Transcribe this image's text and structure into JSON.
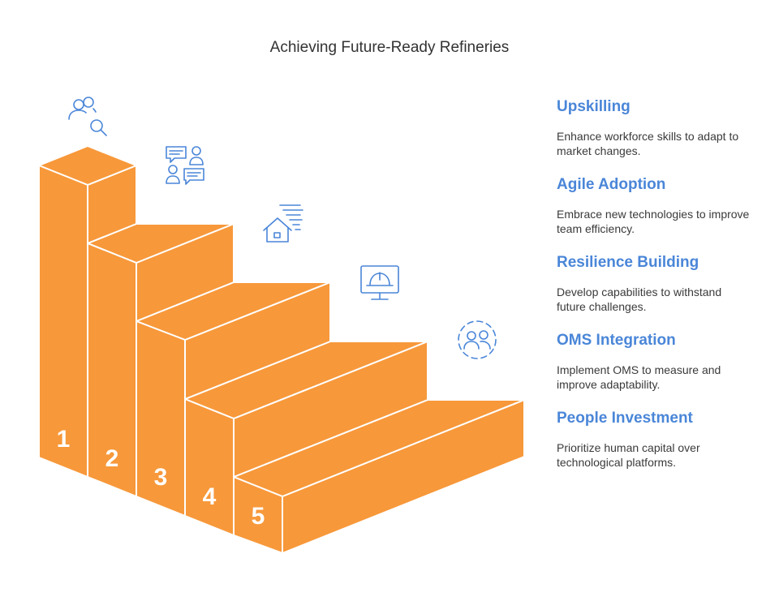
{
  "title": "Achieving Future-Ready Refineries",
  "colors": {
    "step_fill": "#f7983a",
    "step_edge": "#ffffff",
    "accent": "#4a86d8"
  },
  "steps": [
    {
      "number": "1",
      "title": "Upskilling",
      "description": "Enhance workforce skills to adapt to market changes.",
      "icon": "people-search-icon"
    },
    {
      "number": "2",
      "title": "Agile Adoption",
      "description": "Embrace new technologies to improve team efficiency.",
      "icon": "team-chat-icon"
    },
    {
      "number": "3",
      "title": "Resilience Building",
      "description": "Develop capabilities to withstand future challenges.",
      "icon": "house-wind-icon"
    },
    {
      "number": "4",
      "title": "OMS Integration",
      "description": "Implement OMS to measure and improve adaptability.",
      "icon": "monitor-hardhat-icon"
    },
    {
      "number": "5",
      "title": "People Investment",
      "description": "Prioritize human capital over technological platforms.",
      "icon": "people-circle-icon"
    }
  ]
}
